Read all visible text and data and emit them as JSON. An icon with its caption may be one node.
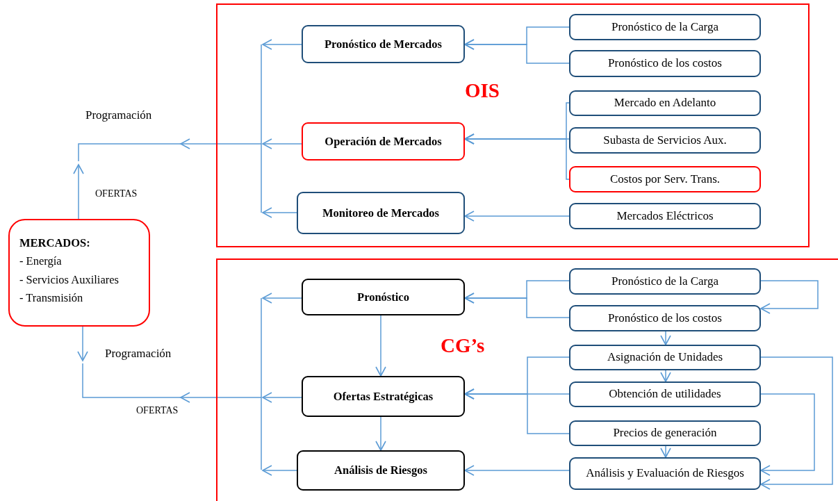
{
  "diagram": {
    "nodes": [
      {
        "text": [
          "OIS"
        ]
      },
      {
        "text": [
          "Pronóstico de Mercados"
        ],
        "in": 0
      },
      {
        "text": [
          "Operación de Mercados"
        ],
        "in": 0
      },
      {
        "text": [
          "Monitoreo de Mercados"
        ],
        "in": 0
      },
      {
        "text": [
          "Pronóstico de la Carga"
        ],
        "in": 0
      },
      {
        "text": [
          "Pronóstico de los costos"
        ],
        "in": 0
      },
      {
        "text": [
          "Mercado en Adelanto"
        ],
        "in": 0
      },
      {
        "text": [
          "Subasta de Servicios Aux."
        ],
        "in": 0
      },
      {
        "text": [
          "Costos por Serv. Trans."
        ],
        "in": 0
      },
      {
        "text": [
          "Mercados Eléctricos"
        ],
        "in": 0
      },
      {
        "text": [
          "MERCADOS:",
          "- Energía",
          "- Servicios Auxiliares",
          "- Transmisión"
        ]
      },
      {
        "text": [
          "CG’s"
        ]
      },
      {
        "text": [
          "Pronóstico"
        ],
        "in": 11
      },
      {
        "text": [
          "Ofertas Estratégicas"
        ],
        "in": 11
      },
      {
        "text": [
          "Análisis de Riesgos"
        ],
        "in": 11
      },
      {
        "text": [
          "Pronóstico de la Carga"
        ],
        "in": 11
      },
      {
        "text": [
          "Pronóstico de los costos"
        ],
        "in": 11
      },
      {
        "text": [
          "Asignación de Unidades"
        ],
        "in": 11
      },
      {
        "text": [
          "Obtención de utilidades"
        ],
        "in": 11
      },
      {
        "text": [
          "Precios de generación"
        ],
        "in": 11
      },
      {
        "text": [
          "Análisis y Evaluación de Riesgos"
        ],
        "in": 11
      }
    ],
    "edges": [
      {
        "from": 4,
        "to": 1,
        "arrow": "to"
      },
      {
        "from": 5,
        "to": 1,
        "arrow": "to"
      },
      {
        "from": 6,
        "to": 2,
        "arrow": "to"
      },
      {
        "from": 7,
        "to": 2,
        "arrow": "to"
      },
      {
        "from": 8,
        "to": 2,
        "arrow": "to"
      },
      {
        "from": 9,
        "to": 3,
        "arrow": "to"
      },
      {
        "from": 1,
        "to": null,
        "arrow": "to"
      },
      {
        "from": 2,
        "to": null,
        "arrow": "to"
      },
      {
        "from": 3,
        "to": null,
        "arrow": "to"
      },
      {
        "from": 0,
        "to": null,
        "arrow": "to",
        "label": "Programación"
      },
      {
        "from": 10,
        "to": null,
        "arrow": "to",
        "label": "OFERTAS"
      },
      {
        "from": 15,
        "to": 12,
        "arrow": "to"
      },
      {
        "from": 16,
        "to": 12,
        "arrow": "to"
      },
      {
        "from": 15,
        "to": 16,
        "arrow": "to"
      },
      {
        "from": 16,
        "to": 17,
        "arrow": "to"
      },
      {
        "from": 17,
        "to": 18,
        "arrow": "to"
      },
      {
        "from": 19,
        "to": 20,
        "arrow": "to"
      },
      {
        "from": 17,
        "to": 13,
        "arrow": "to"
      },
      {
        "from": 18,
        "to": 13,
        "arrow": "to"
      },
      {
        "from": 19,
        "to": 13,
        "arrow": "to"
      },
      {
        "from": 18,
        "to": 20,
        "arrow": "to"
      },
      {
        "from": 17,
        "to": 20,
        "arrow": "to"
      },
      {
        "from": 20,
        "to": 14,
        "arrow": "to"
      },
      {
        "from": 12,
        "to": 13,
        "arrow": "to"
      },
      {
        "from": 13,
        "to": 14,
        "arrow": "to"
      },
      {
        "from": 12,
        "to": null,
        "arrow": "to"
      },
      {
        "from": 13,
        "to": null,
        "arrow": "to"
      },
      {
        "from": 14,
        "to": null,
        "arrow": "to"
      },
      {
        "from": 11,
        "to": null,
        "arrow": "to",
        "label": "OFERTAS"
      },
      {
        "from": 10,
        "to": null,
        "arrow": "to",
        "label": "Programación"
      }
    ]
  }
}
